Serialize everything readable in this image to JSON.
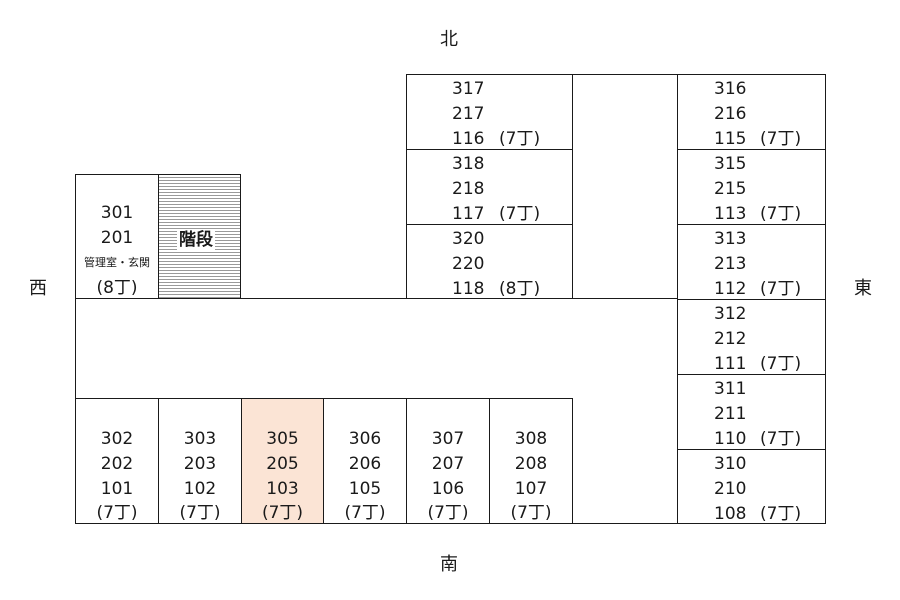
{
  "directions": {
    "north": "北",
    "south": "南",
    "west": "西",
    "east": "東"
  },
  "stairs": {
    "label": "階段"
  },
  "west_block": {
    "line1": "301",
    "line2": "201",
    "note": "管理室・玄関",
    "chome": "(8丁)"
  },
  "north_block": [
    {
      "line1": "317",
      "line2": "217",
      "line3": "116",
      "chome": "(7丁)"
    },
    {
      "line1": "318",
      "line2": "218",
      "line3": "117",
      "chome": "(7丁)"
    },
    {
      "line1": "320",
      "line2": "220",
      "line3": "118",
      "chome": "(8丁)"
    }
  ],
  "east_block": [
    {
      "line1": "316",
      "line2": "216",
      "line3": "115",
      "chome": "(7丁)"
    },
    {
      "line1": "315",
      "line2": "215",
      "line3": "113",
      "chome": "(7丁)"
    },
    {
      "line1": "313",
      "line2": "213",
      "line3": "112",
      "chome": "(7丁)"
    },
    {
      "line1": "312",
      "line2": "212",
      "line3": "111",
      "chome": "(7丁)"
    },
    {
      "line1": "311",
      "line2": "211",
      "line3": "110",
      "chome": "(7丁)"
    },
    {
      "line1": "310",
      "line2": "210",
      "line3": "108",
      "chome": "(7丁)"
    }
  ],
  "south_block": [
    {
      "line1": "302",
      "line2": "202",
      "line3": "101",
      "chome": "(7丁)"
    },
    {
      "line1": "303",
      "line2": "203",
      "line3": "102",
      "chome": "(7丁)"
    },
    {
      "line1": "305",
      "line2": "205",
      "line3": "103",
      "chome": "(7丁)"
    },
    {
      "line1": "306",
      "line2": "206",
      "line3": "105",
      "chome": "(7丁)"
    },
    {
      "line1": "307",
      "line2": "207",
      "line3": "106",
      "chome": "(7丁)"
    },
    {
      "line1": "308",
      "line2": "208",
      "line3": "107",
      "chome": "(7丁)"
    }
  ],
  "colors": {
    "highlight": "#fbe4d5",
    "line": "#1a1a1a"
  }
}
